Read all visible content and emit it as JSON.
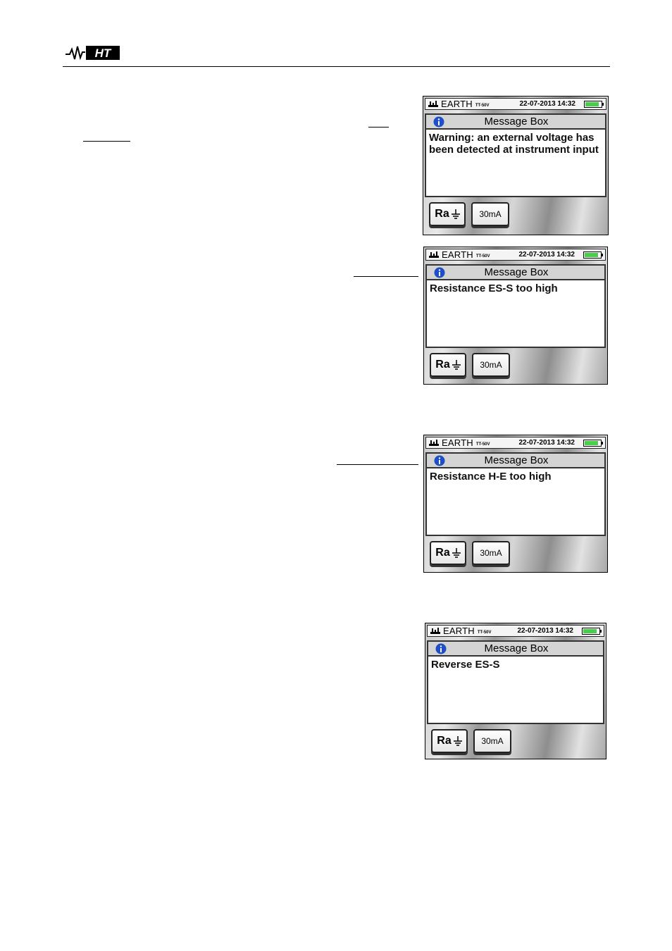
{
  "header": {
    "logo_text": "HT"
  },
  "screens": [
    {
      "status": {
        "mode": "EARTH",
        "sub_mode": "TT-50V",
        "datetime": "22-07-2013 14:32",
        "battery_level": 0.85
      },
      "title": "Message Box",
      "message_lines": [
        "Warning: an external voltage has",
        "been detected at instrument input"
      ],
      "softkeys": {
        "ra_label": "Ra",
        "current_label": "30mA"
      }
    },
    {
      "status": {
        "mode": "EARTH",
        "sub_mode": "TT-50V",
        "datetime": "22-07-2013 14:32",
        "battery_level": 0.85
      },
      "title": "Message Box",
      "message_lines": [
        "Resistance ES-S too high"
      ],
      "softkeys": {
        "ra_label": "Ra",
        "current_label": "30mA"
      }
    },
    {
      "status": {
        "mode": "EARTH",
        "sub_mode": "TT-50V",
        "datetime": "22-07-2013 14:32",
        "battery_level": 0.85
      },
      "title": "Message Box",
      "message_lines": [
        "Resistance H-E too high"
      ],
      "softkeys": {
        "ra_label": "Ra",
        "current_label": "30mA"
      }
    },
    {
      "status": {
        "mode": "EARTH",
        "sub_mode": "TT-50V",
        "datetime": "22-07-2013 14:32",
        "battery_level": 0.85
      },
      "title": "Message Box",
      "message_lines": [
        "Reverse ES-S"
      ],
      "softkeys": {
        "ra_label": "Ra",
        "current_label": "30mA"
      }
    }
  ],
  "colors": {
    "battery_green": "#45d048",
    "info_blue": "#1f4fc8"
  }
}
